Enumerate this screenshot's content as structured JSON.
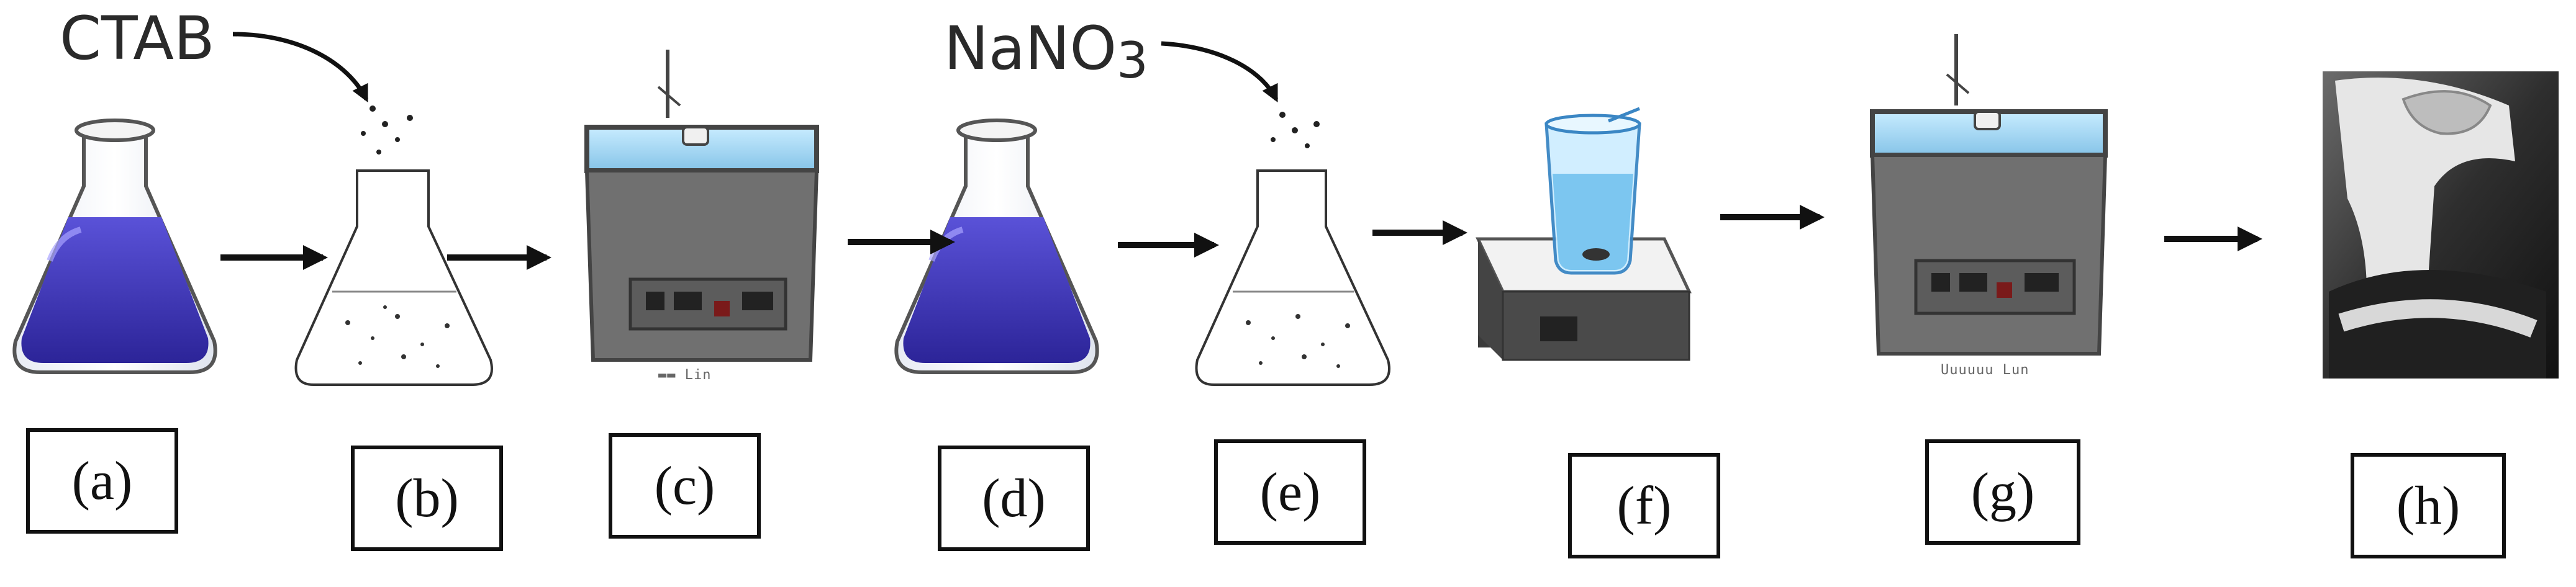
{
  "reagents": {
    "first": "CTAB",
    "second_base": "NaNO",
    "second_sub": "3"
  },
  "steps": [
    {
      "label": "(a)",
      "item": "flask with blue solution"
    },
    {
      "label": "(b)",
      "item": "flask with added powder"
    },
    {
      "label": "(c)",
      "item": "ultrasonic bath"
    },
    {
      "label": "(d)",
      "item": "flask with blue solution"
    },
    {
      "label": "(e)",
      "item": "flask with added powder"
    },
    {
      "label": "(f)",
      "item": "beaker on magnetic stirrer"
    },
    {
      "label": "(g)",
      "item": "ultrasonic bath"
    },
    {
      "label": "(h)",
      "item": "photo of white gel product"
    }
  ],
  "device_text": {
    "c": "▬▬ Lin",
    "g": "Uuuuuu Lun"
  },
  "colors": {
    "liquid": "#3a32b8",
    "bath_water": "#a9d8f0",
    "bath_body": "#6b6b6b",
    "arrow": "#111111"
  },
  "icons": [
    "erlenmeyer-flask-icon",
    "ultrasonic-bath-icon",
    "magnetic-stirrer-icon",
    "arrow-right-icon",
    "curved-arrow-icon"
  ]
}
